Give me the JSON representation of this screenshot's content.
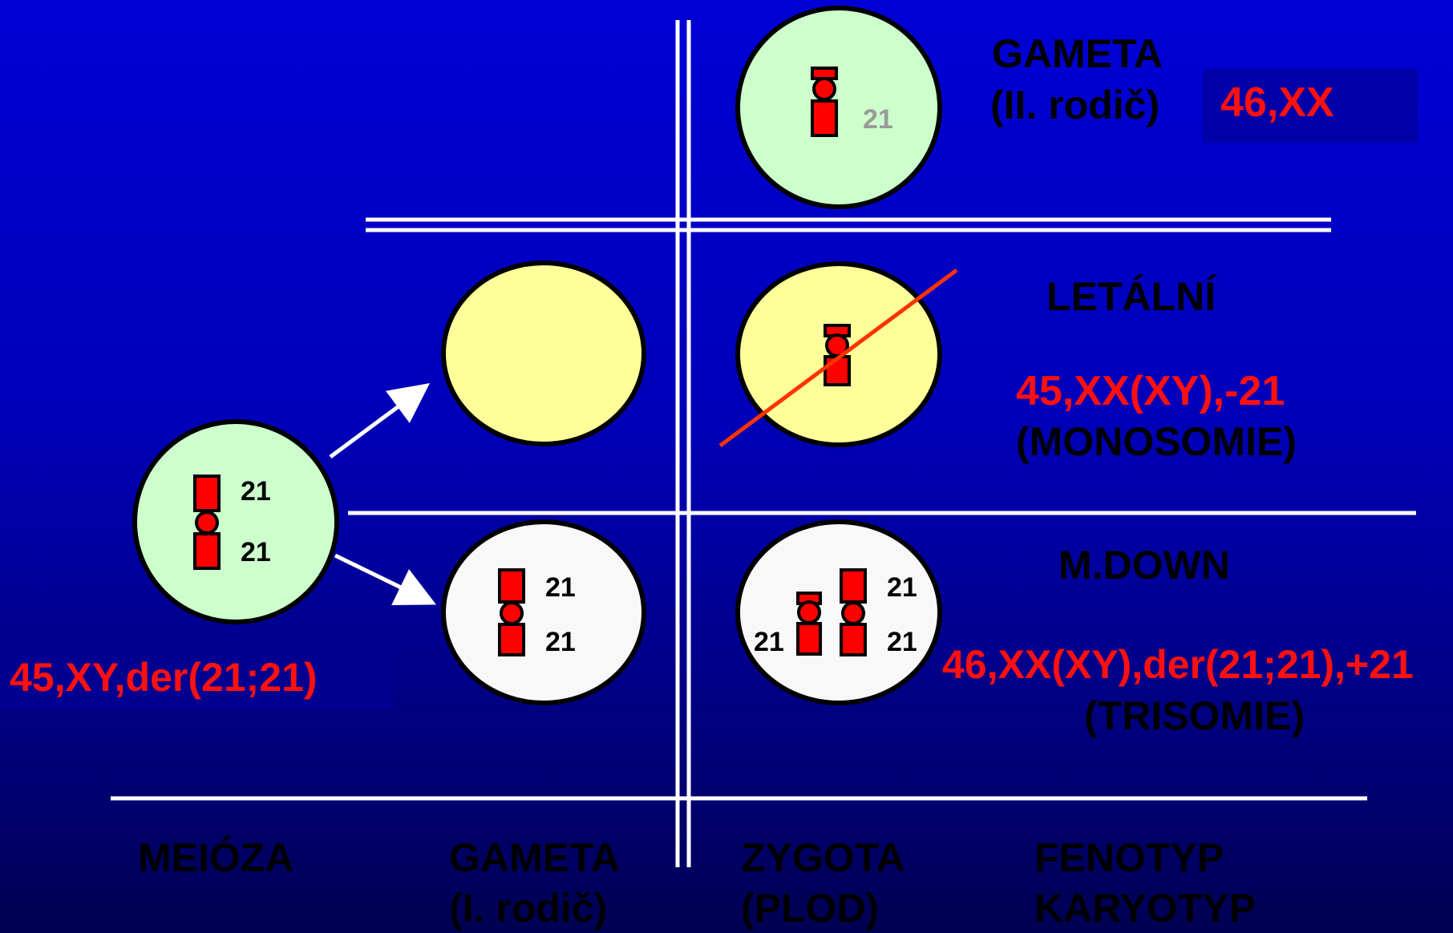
{
  "colors": {
    "background_top": "#0000d6",
    "background_bottom": "#000052",
    "parent_cell": "#ccffcc",
    "monosomy_cell": "#ffff99",
    "trisomy_cell": "#f8f8f8",
    "chromosome": "#ff0000",
    "karyotype_text": "#ff1010",
    "cross_line": "#ff3300"
  },
  "icons": [
    "chromosome-icon",
    "arrow-icon",
    "cross-out-line"
  ],
  "top_gamete": {
    "label_line1": "GAMETA",
    "label_line2": "(II. rodič)",
    "karyotype": "46,XX",
    "chromosome_number": "21"
  },
  "meiosis_cell": {
    "chromosome_number_top": "21",
    "chromosome_number_bottom": "21",
    "karyotype": "45,XY,der(21;21)"
  },
  "lethal_row": {
    "phenotype": "LETÁLNÍ",
    "karyotype": "45,XX(XY),-21",
    "note": "(MONOSOMIE)"
  },
  "down_row": {
    "phenotype": "M.DOWN",
    "gamete_number_top": "21",
    "gamete_number_bottom": "21",
    "zygote_number_left": "21",
    "zygote_number_top_right": "21",
    "zygote_number_bottom_right": "21",
    "karyotype": "46,XX(XY),der(21;21),+21",
    "note": "(TRISOMIE)"
  },
  "columns": {
    "meiosis": "MEIÓZA",
    "gamete_line1": "GAMETA",
    "gamete_line2": "(I. rodič)",
    "zygote_line1": "ZYGOTA",
    "zygote_line2": "(PLOD)",
    "phenotype_line1": "FENOTYP",
    "phenotype_line2": "KARYOTYP"
  }
}
